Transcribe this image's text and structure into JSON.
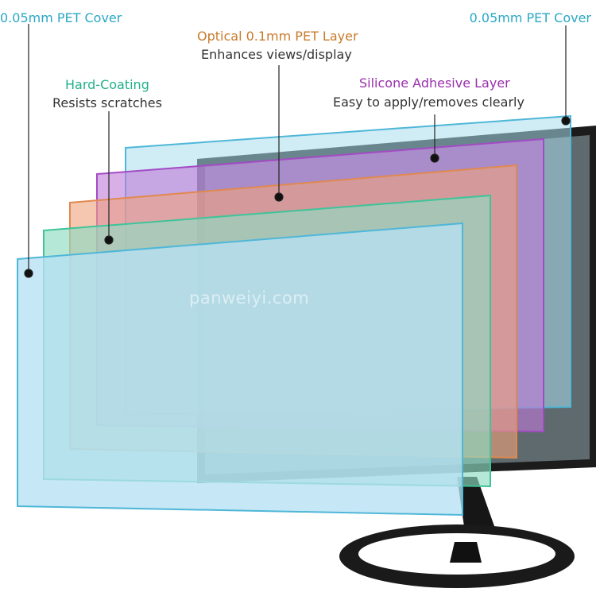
{
  "labels": {
    "pet_cover_left": {
      "title": "0.05mm PET Cover",
      "color": "#2aa8c4"
    },
    "pet_cover_right": {
      "title": "0.05mm PET Cover",
      "color": "#2aa8c4"
    },
    "optical_layer": {
      "title": "Optical 0.1mm  PET Layer",
      "desc": "Enhances views/display",
      "color": "#c97a2b"
    },
    "hard_coating": {
      "title": "Hard-Coating",
      "desc": "Resists scratches",
      "color": "#22b08a"
    },
    "silicone_layer": {
      "title": "Silicone Adhesive Layer",
      "desc": "Easy to apply/removes clearly",
      "color": "#9b2fae"
    }
  },
  "watermark": "panweiyi.com",
  "colors": {
    "monitor_body": "#1c1c1c",
    "monitor_screen": "#5f6a6e",
    "layer_blue_back": "#a9dcec",
    "layer_purple": "#c07ad8",
    "layer_orange": "#f0a27c",
    "layer_green": "#8fdcc3",
    "layer_blue_front": "#b6e0f2"
  }
}
